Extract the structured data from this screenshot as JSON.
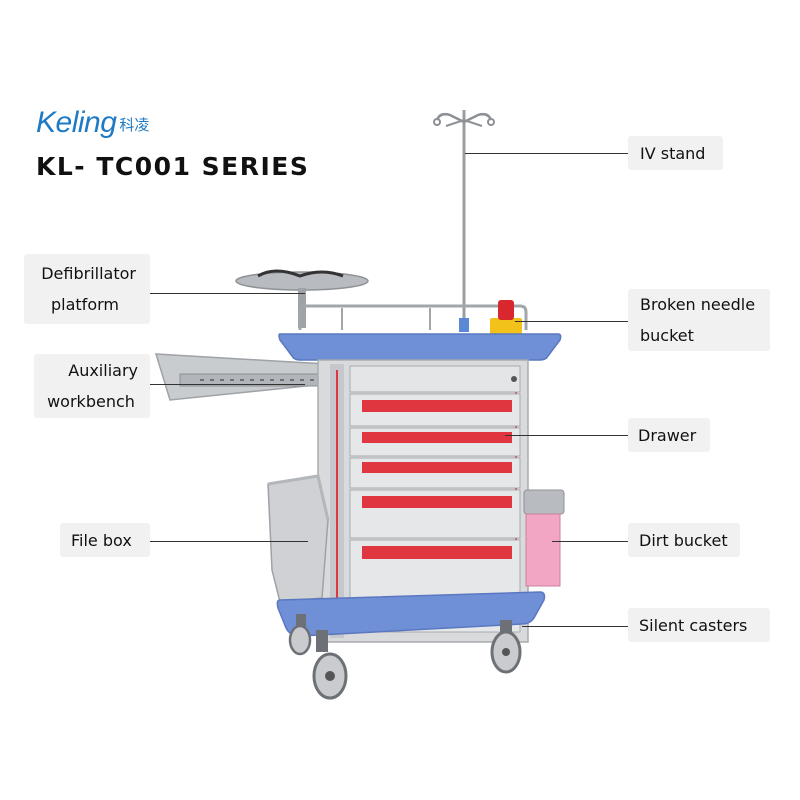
{
  "brand": {
    "name": "Keling",
    "chinese_name": "科凌"
  },
  "product": {
    "series": "KL- TC001 SERIES"
  },
  "callouts": {
    "iv_stand": "IV stand",
    "defibrillator_line1": "Defibrillator",
    "defibrillator_line2": "platform",
    "broken_needle_line1": "Broken needle",
    "broken_needle_line2": "bucket",
    "auxiliary_line1": "Auxiliary",
    "auxiliary_line2": "workbench",
    "drawer": "Drawer",
    "file_box": "File box",
    "dirt_bucket": "Dirt bucket",
    "silent_casters": "Silent casters"
  },
  "colors": {
    "brand_blue": "#1f7ac4",
    "frame_blue": "#6f8fd6",
    "drawer_red": "#e0363f",
    "cabinet_gray": "#d9dadc",
    "bin_pink": "#f2a6c4",
    "needle_yellow": "#f2c21b",
    "needle_cap_red": "#d8272d"
  }
}
